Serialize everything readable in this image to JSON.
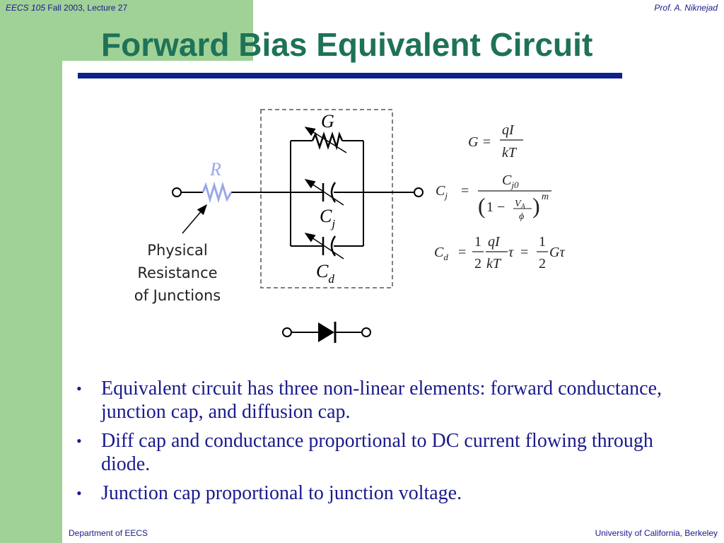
{
  "header": {
    "course": "EECS 105",
    "term": "Fall 2003, Lecture 27",
    "author": "Prof. A. Niknejad"
  },
  "title": "Forward Bias Equivalent Circuit",
  "diagram": {
    "labels": {
      "g": "G",
      "r": "R",
      "cj": "C",
      "cj_sub": "j",
      "cd": "C",
      "cd_sub": "d"
    },
    "physical_resistance": [
      "Physical",
      "Resistance",
      "of Junctions"
    ],
    "equations": {
      "g": {
        "lhs": "G =",
        "num": "qI",
        "den": "kT"
      },
      "cj": {
        "lhs": "C",
        "lhs_sub": "j",
        "eq": "=",
        "num": "C",
        "num_sub": "j0",
        "den_open": "1 −",
        "va": "V",
        "va_sub": "A",
        "phi": "ϕ",
        "exp": "m"
      },
      "cd": {
        "lhs": "C",
        "lhs_sub": "d",
        "eq1": "=",
        "f1_num": "1",
        "f1_den": "2",
        "f2_num": "qI",
        "f2_den": "kT",
        "tau1": "τ",
        "eq2": "=",
        "f3_num": "1",
        "f3_den": "2",
        "tail": "Gτ"
      }
    }
  },
  "bullets": [
    "Equivalent circuit has three non-linear elements:  forward conductance, junction cap, and diffusion cap.",
    "Diff cap and conductance proportional to DC current flowing through diode.",
    "Junction cap proportional to junction voltage."
  ],
  "footer": {
    "left": "Department of EECS",
    "right": "University of California, Berkeley"
  },
  "colors": {
    "green_bar": "#a0d197",
    "title": "#1e7258",
    "rule": "#0f1f8c",
    "text": "#1a1a8c",
    "resistor_r": "#9aa8e8"
  }
}
